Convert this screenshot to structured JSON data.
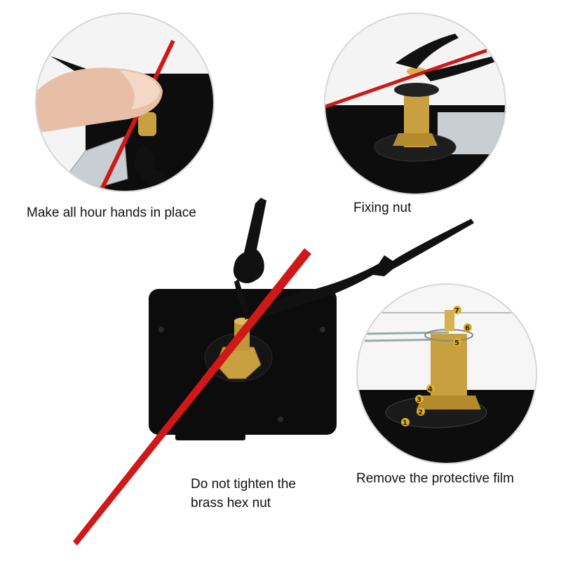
{
  "captions": {
    "hour_hands": "Make all hour hands in place",
    "fixing_nut": "Fixing nut",
    "do_not_tighten_line1": "Do not tighten the",
    "do_not_tighten_line2": "brass hex nut",
    "remove_film": "Remove the protective film"
  },
  "part_numbers": [
    "1",
    "2",
    "3",
    "4",
    "5",
    "6",
    "7"
  ],
  "colors": {
    "movement_body": "#0c0c0c",
    "second_hand": "#d01818",
    "brass": "#c8a040",
    "hands": "#111111",
    "circle_border": "#d6d6d6"
  }
}
